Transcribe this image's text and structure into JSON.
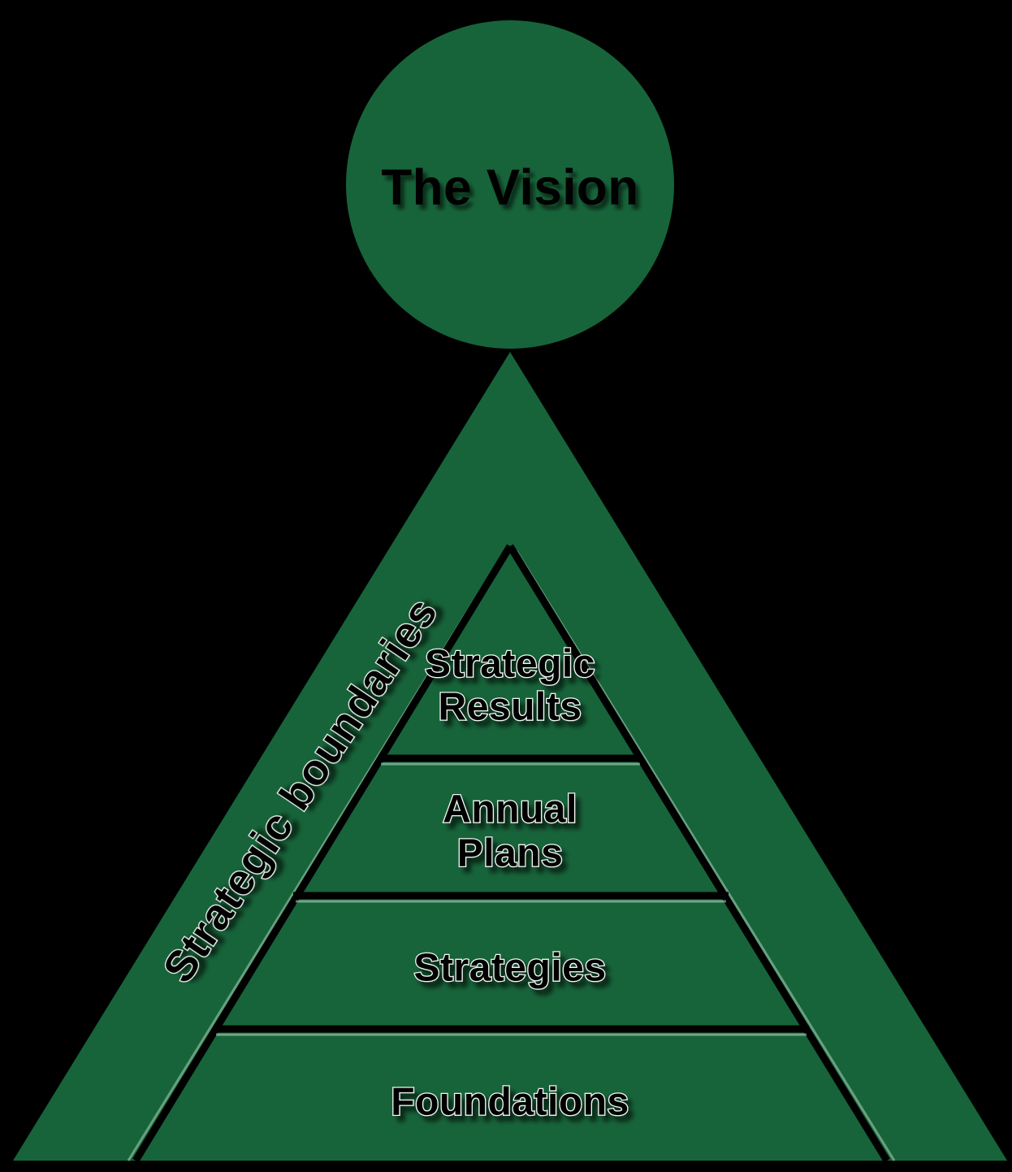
{
  "diagram": {
    "vision": {
      "label": "The Vision"
    },
    "boundary_label": "Strategic boundaries",
    "pyramid": {
      "sections": [
        {
          "line1": "Strategic",
          "line2": "Results"
        },
        {
          "line1": "Annual",
          "line2": "Plans"
        },
        {
          "line1": "Strategies"
        },
        {
          "line1": "Foundations"
        }
      ]
    },
    "colors": {
      "shape_green": "#17643A",
      "background": "#000000",
      "outline": "#000000",
      "text": "#000000",
      "text_halo": "#F2F7F3"
    }
  }
}
